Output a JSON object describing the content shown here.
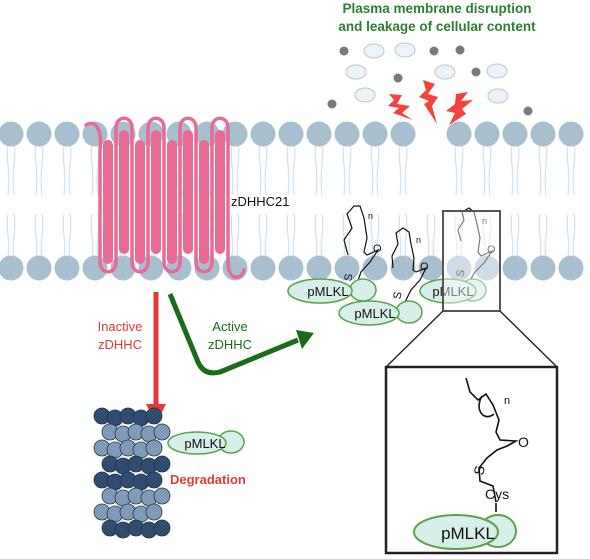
{
  "title_line1": "Plasma membrane disruption",
  "title_line2": "and leakage of cellular content",
  "protein_label": "zDHHC21",
  "inactive_line1": "Inactive",
  "inactive_line2": "zDHHC",
  "active_line1": "Active",
  "active_line2": "zDHHC",
  "degradation_label": "Degradation",
  "pmlkl_label": "pMLKL",
  "sulfur_label": "S",
  "oxygen_label": "O",
  "n_label": "n",
  "cys_label": "Cys",
  "colors": {
    "title_green": "#2e7d32",
    "inactive_red": "#e53935",
    "active_green": "#1b6b1b",
    "zdhhc_pink": "#e86a95",
    "lipid_head_blue": "#a8bfcf",
    "lipid_head_orange": "#f4a774",
    "tail_blue": "#cfe5f3",
    "pmlkl_fill": "#d6efe8",
    "pmlkl_outline": "#5aa14a",
    "proteasome_dark": "#2f4d6e",
    "proteasome_light": "#7f9bb8"
  }
}
